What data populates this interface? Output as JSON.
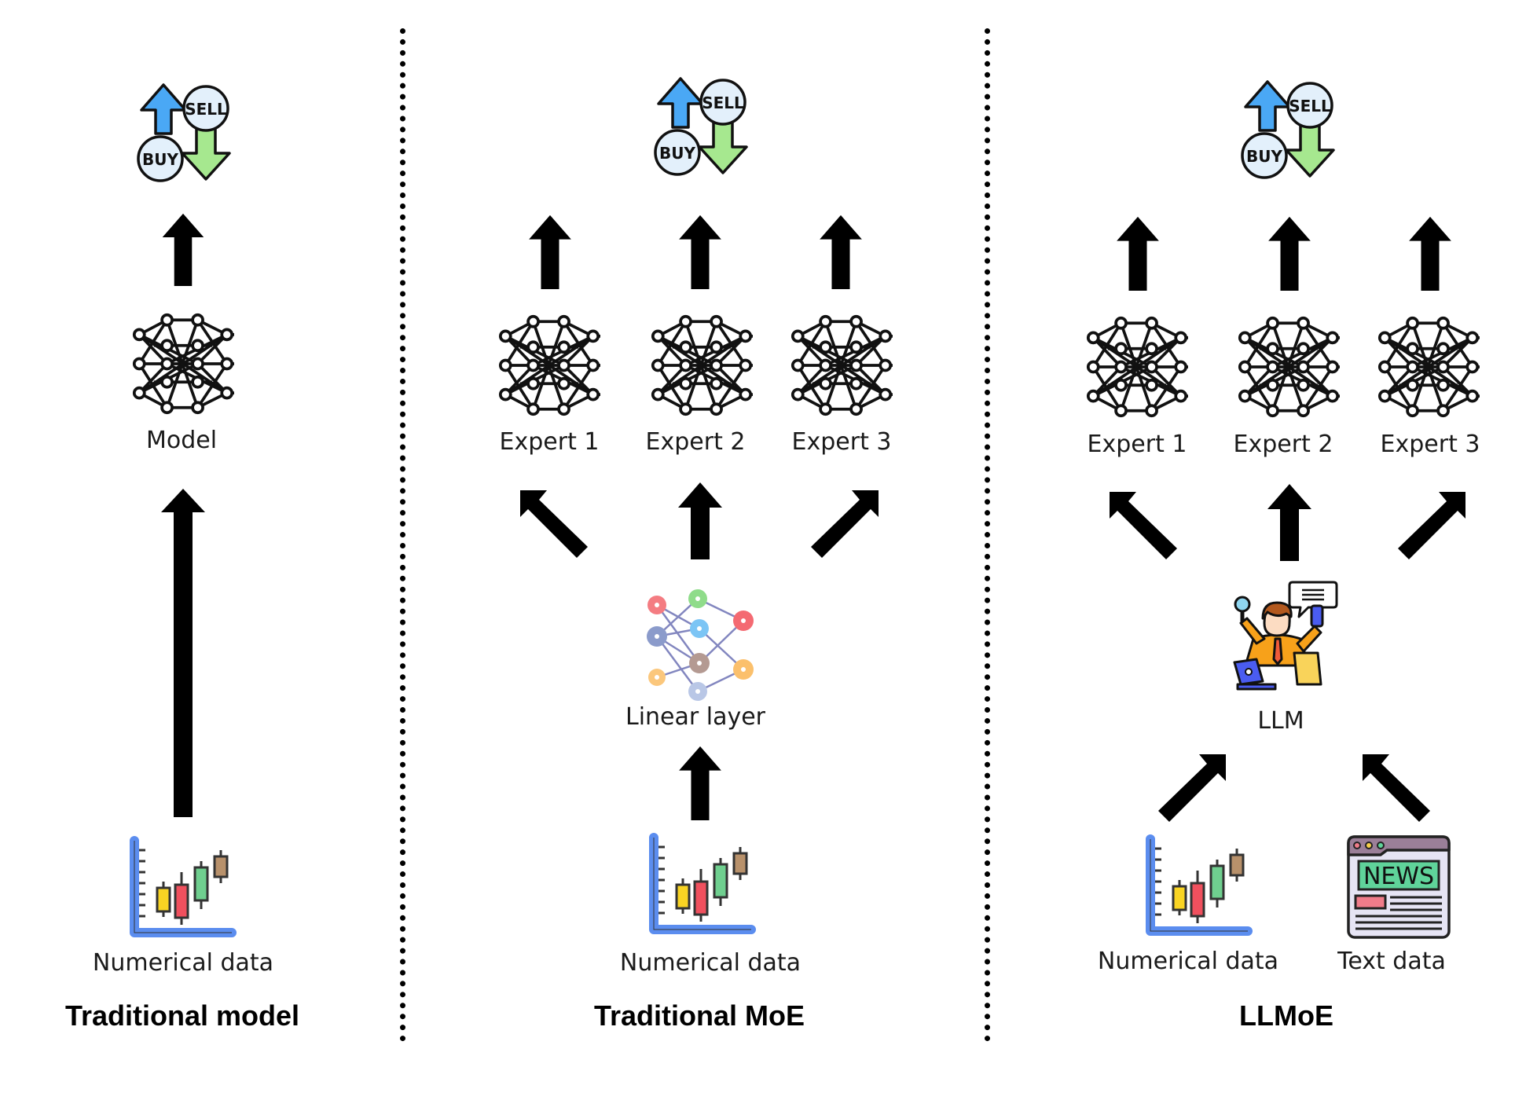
{
  "panels": [
    {
      "title": "Traditional model",
      "output_icon": "buy-sell-arrows-icon",
      "output_labels": {
        "buy": "BUY",
        "sell": "SELL"
      },
      "models": [
        {
          "label": "Model",
          "icon": "neural-network-icon"
        }
      ],
      "inputs": [
        {
          "label": "Numerical data",
          "icon": "candlestick-chart-icon"
        }
      ]
    },
    {
      "title": "Traditional MoE",
      "output_icon": "buy-sell-arrows-icon",
      "output_labels": {
        "buy": "BUY",
        "sell": "SELL"
      },
      "models": [
        {
          "label": "Expert 1",
          "icon": "neural-network-icon"
        },
        {
          "label": "Expert 2",
          "icon": "neural-network-icon"
        },
        {
          "label": "Expert 3",
          "icon": "neural-network-icon"
        }
      ],
      "router": {
        "label": "Linear layer",
        "icon": "linear-layer-network-icon"
      },
      "inputs": [
        {
          "label": "Numerical data",
          "icon": "candlestick-chart-icon"
        }
      ]
    },
    {
      "title": "LLMoE",
      "output_icon": "buy-sell-arrows-icon",
      "output_labels": {
        "buy": "BUY",
        "sell": "SELL"
      },
      "models": [
        {
          "label": "Expert 1",
          "icon": "neural-network-icon"
        },
        {
          "label": "Expert 2",
          "icon": "neural-network-icon"
        },
        {
          "label": "Expert 3",
          "icon": "neural-network-icon"
        }
      ],
      "router": {
        "label": "LLM",
        "icon": "multitasking-person-icon"
      },
      "inputs": [
        {
          "label": "Numerical data",
          "icon": "candlestick-chart-icon"
        },
        {
          "label": "Text data",
          "icon": "news-webpage-icon",
          "icon_text": "NEWS"
        }
      ]
    }
  ],
  "colors": {
    "buy_arrow": "#4aa8f5",
    "sell_arrow": "#a6e88f",
    "badge_fill": "#e3f0fb",
    "chart_axis": "#5b8def",
    "candle_yellow": "#f9d423",
    "candle_red": "#f0505e",
    "candle_green": "#6fcf8f",
    "candle_brown": "#b8916b",
    "llm_orange": "#f7a11a",
    "news_green": "#5fd39a",
    "news_frame": "#9b7f98"
  }
}
